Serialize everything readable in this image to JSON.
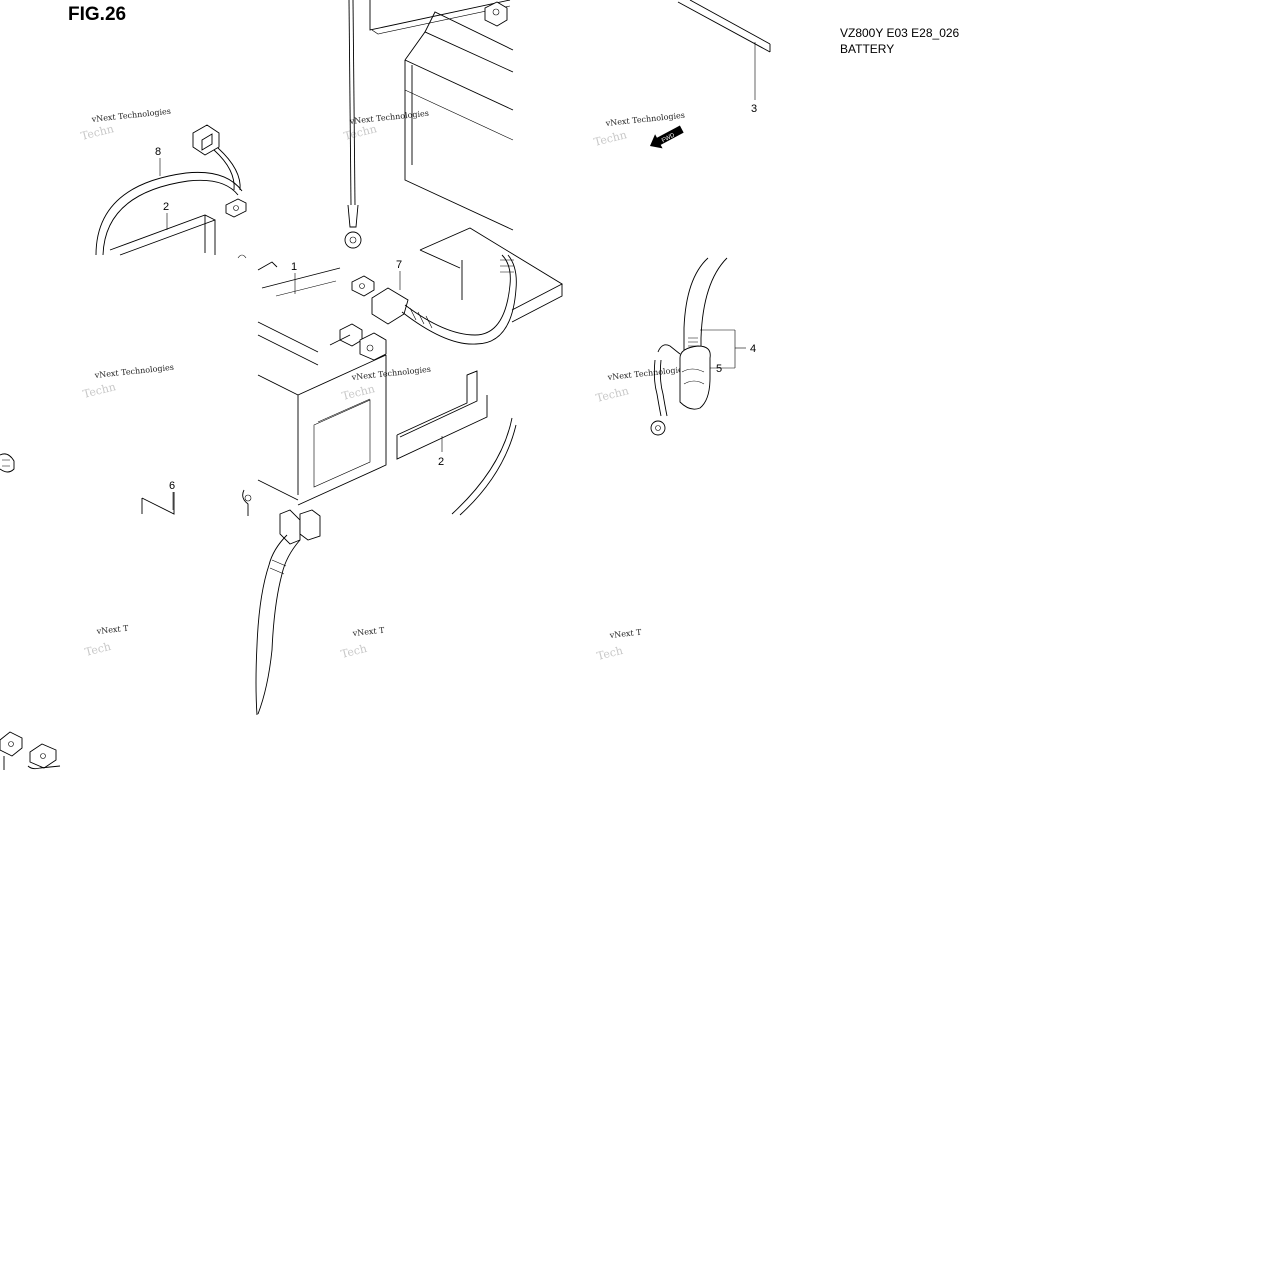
{
  "figure": {
    "title": "FIG.26",
    "model_code": "VZ800Y E03 E28_026",
    "name": "BATTERY"
  },
  "callouts": [
    "1",
    "2",
    "2",
    "3",
    "4",
    "5",
    "6",
    "7",
    "8"
  ],
  "watermarks": {
    "text": "vNext Technologies",
    "short": "vNext T"
  },
  "direction_marker": "FWD"
}
